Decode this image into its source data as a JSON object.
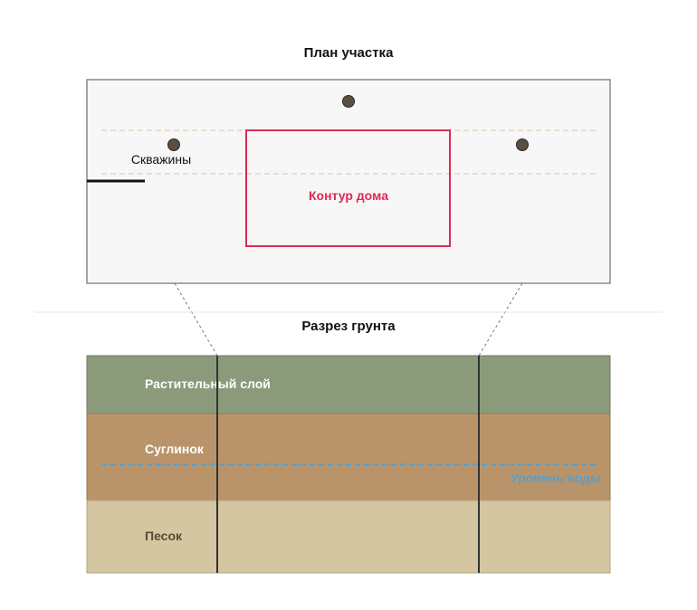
{
  "plan": {
    "title": "План участка",
    "wells_label": "Скважины",
    "house_label": "Контур дома"
  },
  "section": {
    "title": "Разрез грунта",
    "layers": [
      {
        "label": "Растительный слой",
        "color": "#8c9a7c"
      },
      {
        "label": "Суглинок",
        "color": "#b9946b"
      },
      {
        "label": "Песок",
        "color": "#d5c6a2"
      }
    ],
    "water_label": "Уровень воды"
  },
  "colors": {
    "house_outline": "#dc2a55",
    "water_line": "#5a9ec8",
    "plan_background": "#f7f7f7",
    "plan_border": "#8a8a8a",
    "well_fill": "#5a4e40"
  }
}
